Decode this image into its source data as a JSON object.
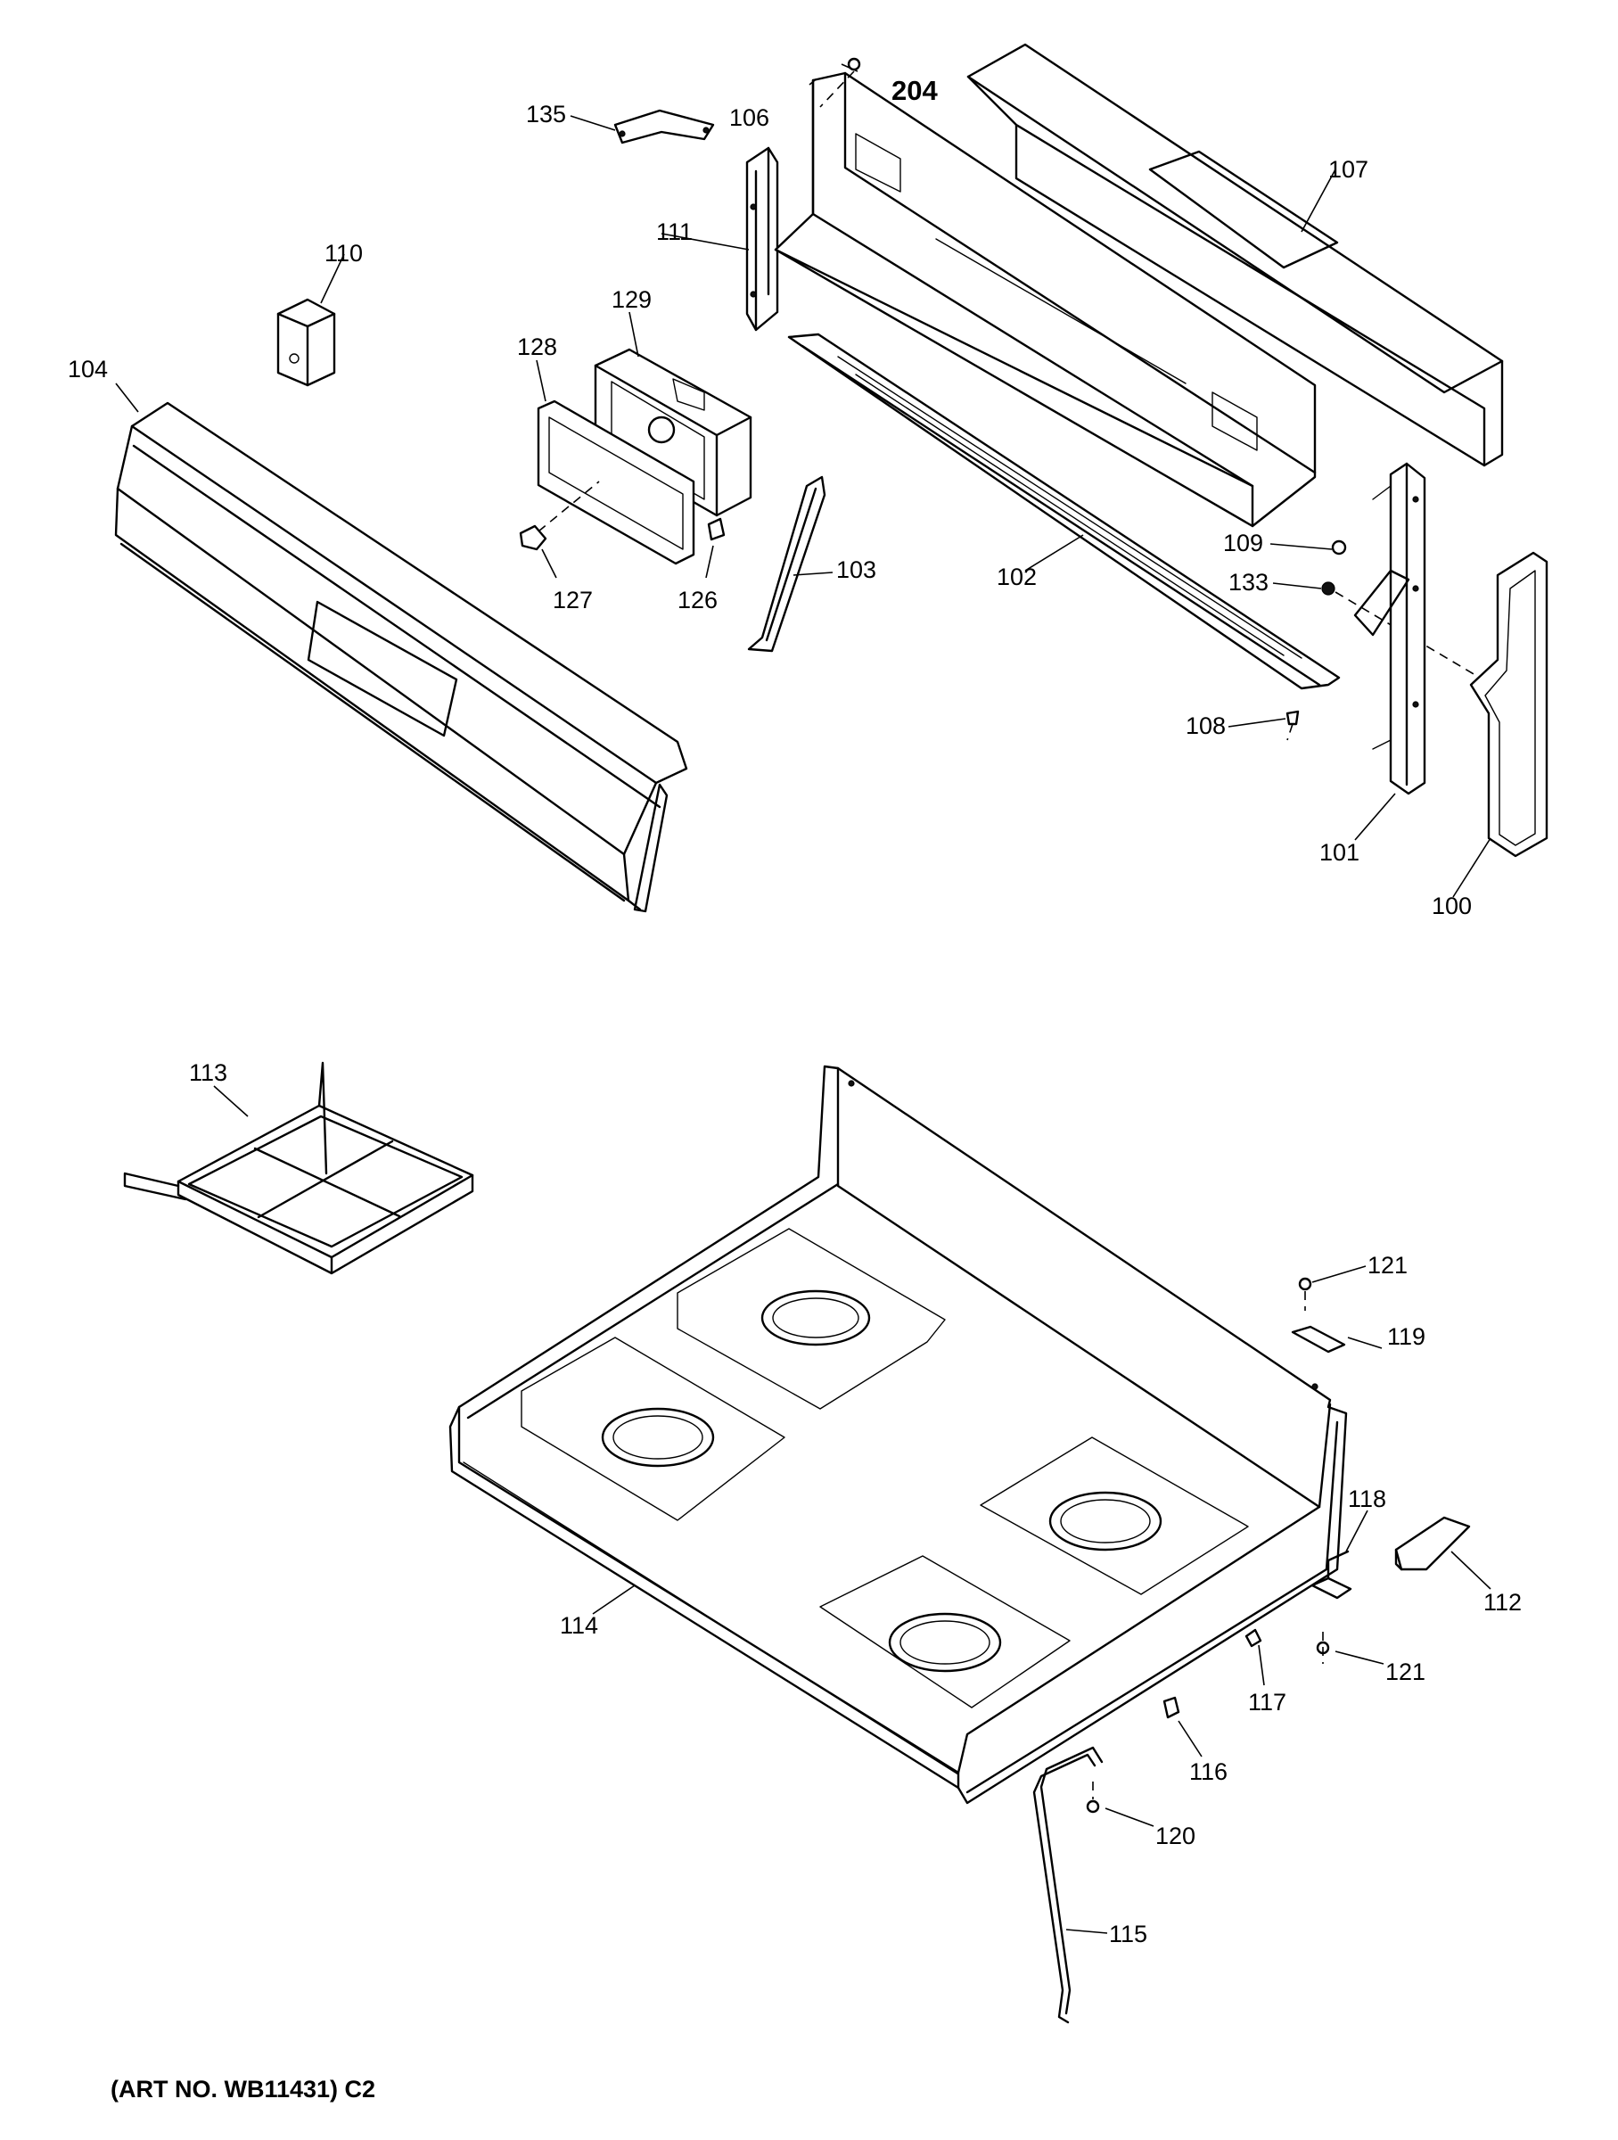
{
  "diagram": {
    "callouts": {
      "c100": "100",
      "c101": "101",
      "c102": "102",
      "c103": "103",
      "c104": "104",
      "c106": "106",
      "c107": "107",
      "c108": "108",
      "c109": "109",
      "c110": "110",
      "c111": "111",
      "c112": "112",
      "c113": "113",
      "c114": "114",
      "c115": "115",
      "c116": "116",
      "c117": "117",
      "c118": "118",
      "c119": "119",
      "c120": "120",
      "c121a": "121",
      "c121b": "121",
      "c126": "126",
      "c127": "127",
      "c128": "128",
      "c129": "129",
      "c133": "133",
      "c135": "135",
      "c204": "204"
    },
    "art_number": "(ART NO. WB11431) C2"
  }
}
